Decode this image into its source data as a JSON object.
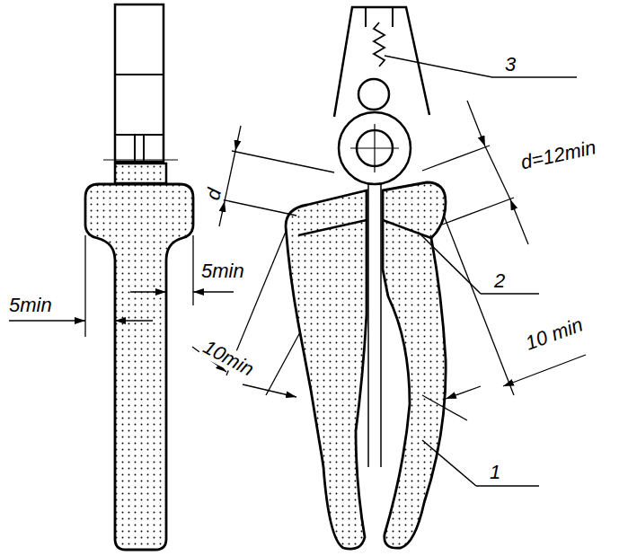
{
  "diagram": {
    "labels": [
      "3",
      "d",
      "d=12min",
      "5min",
      "5min",
      "2",
      "10min",
      "10 min",
      "1"
    ]
  }
}
